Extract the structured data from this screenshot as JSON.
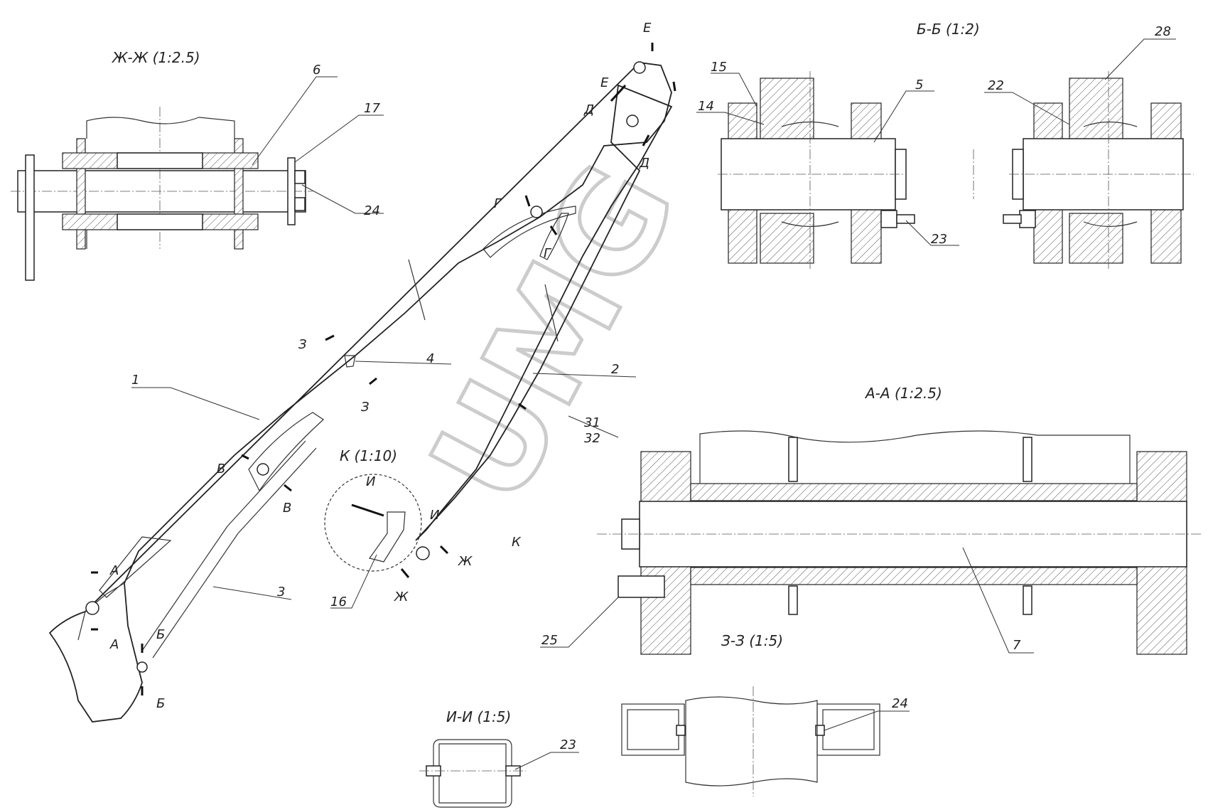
{
  "views": {
    "zh_zh": "Ж-Ж (1:2.5)",
    "b_b": "Б-Б (1:2)",
    "a_a": "А-А (1:2.5)",
    "k": "К (1:10)",
    "z_z": "З-З (1:5)",
    "i_i": "И-И (1:5)"
  },
  "callouts": {
    "n1": "1",
    "n2": "2",
    "n3a": "3",
    "n3b": "3",
    "n4": "4",
    "n5": "5",
    "n6": "6",
    "n7": "7",
    "n14": "14",
    "n15": "15",
    "n16": "16",
    "n17": "17",
    "n22": "22",
    "n23a": "23",
    "n23b": "23",
    "n24a": "24",
    "n24b": "24",
    "n25": "25",
    "n28": "28",
    "n31": "31",
    "n32": "32"
  },
  "section_marks": {
    "e1": "Е",
    "e2": "Е",
    "d1": "Д",
    "d2": "Д",
    "g1": "Г",
    "g2": "Г",
    "z1": "З",
    "z2": "З",
    "v1": "В",
    "v2": "В",
    "a1": "А",
    "a2": "А",
    "b1": "Б",
    "b2": "Б",
    "zh1": "Ж",
    "zh2": "Ж",
    "i1": "И",
    "i2": "И",
    "k": "К"
  },
  "watermark": "UMG"
}
